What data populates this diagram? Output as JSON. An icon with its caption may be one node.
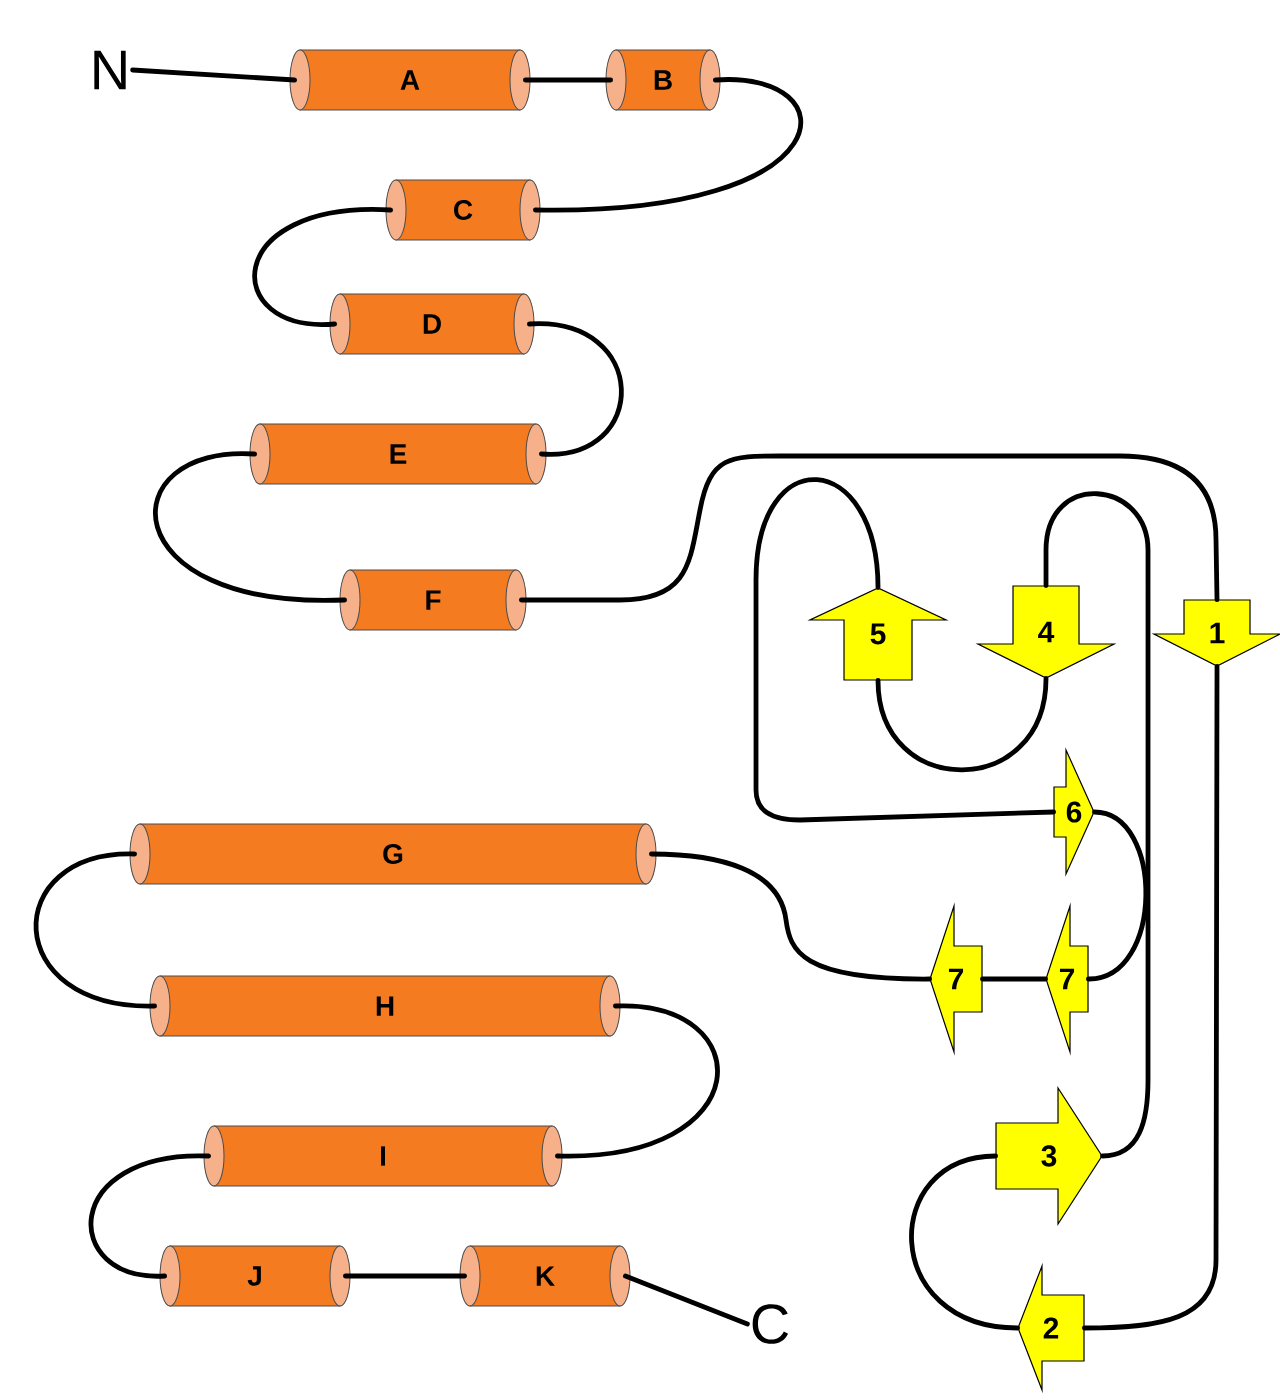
{
  "diagram": {
    "nodes": [
      {
        "text": [
          "N"
        ]
      },
      {
        "text": [
          "A"
        ]
      },
      {
        "text": [
          "B"
        ]
      },
      {
        "text": [
          "C"
        ]
      },
      {
        "text": [
          "D"
        ]
      },
      {
        "text": [
          "E"
        ]
      },
      {
        "text": [
          "F"
        ]
      },
      {
        "text": [
          "1"
        ]
      },
      {
        "text": [
          "2"
        ]
      },
      {
        "text": [
          "3"
        ]
      },
      {
        "text": [
          "4"
        ]
      },
      {
        "text": [
          "5"
        ]
      },
      {
        "text": [
          "6"
        ]
      },
      {
        "text": [
          "7"
        ]
      },
      {
        "text": [
          "7"
        ]
      },
      {
        "text": [
          "G"
        ]
      },
      {
        "text": [
          "H"
        ]
      },
      {
        "text": [
          "I"
        ]
      },
      {
        "text": [
          "J"
        ]
      },
      {
        "text": [
          "K"
        ]
      },
      {
        "text": [
          "C"
        ]
      }
    ],
    "edges": [
      {
        "from": 0,
        "to": 1,
        "arrow": "none"
      },
      {
        "from": 1,
        "to": 2,
        "arrow": "none"
      },
      {
        "from": 2,
        "to": 3,
        "arrow": "none"
      },
      {
        "from": 3,
        "to": 4,
        "arrow": "none"
      },
      {
        "from": 4,
        "to": 5,
        "arrow": "none"
      },
      {
        "from": 5,
        "to": 6,
        "arrow": "none"
      },
      {
        "from": 6,
        "to": 7,
        "arrow": "none"
      },
      {
        "from": 7,
        "to": 8,
        "arrow": "none"
      },
      {
        "from": 8,
        "to": 9,
        "arrow": "none"
      },
      {
        "from": 9,
        "to": 10,
        "arrow": "none"
      },
      {
        "from": 10,
        "to": 11,
        "arrow": "none"
      },
      {
        "from": 11,
        "to": 12,
        "arrow": "none"
      },
      {
        "from": 12,
        "to": 13,
        "arrow": "none"
      },
      {
        "from": 13,
        "to": 14,
        "arrow": "none"
      },
      {
        "from": 14,
        "to": 15,
        "arrow": "none"
      },
      {
        "from": 15,
        "to": 16,
        "arrow": "none"
      },
      {
        "from": 16,
        "to": 17,
        "arrow": "none"
      },
      {
        "from": 17,
        "to": 18,
        "arrow": "none"
      },
      {
        "from": 18,
        "to": 19,
        "arrow": "none"
      },
      {
        "from": 19,
        "to": 20,
        "arrow": "none"
      }
    ]
  }
}
